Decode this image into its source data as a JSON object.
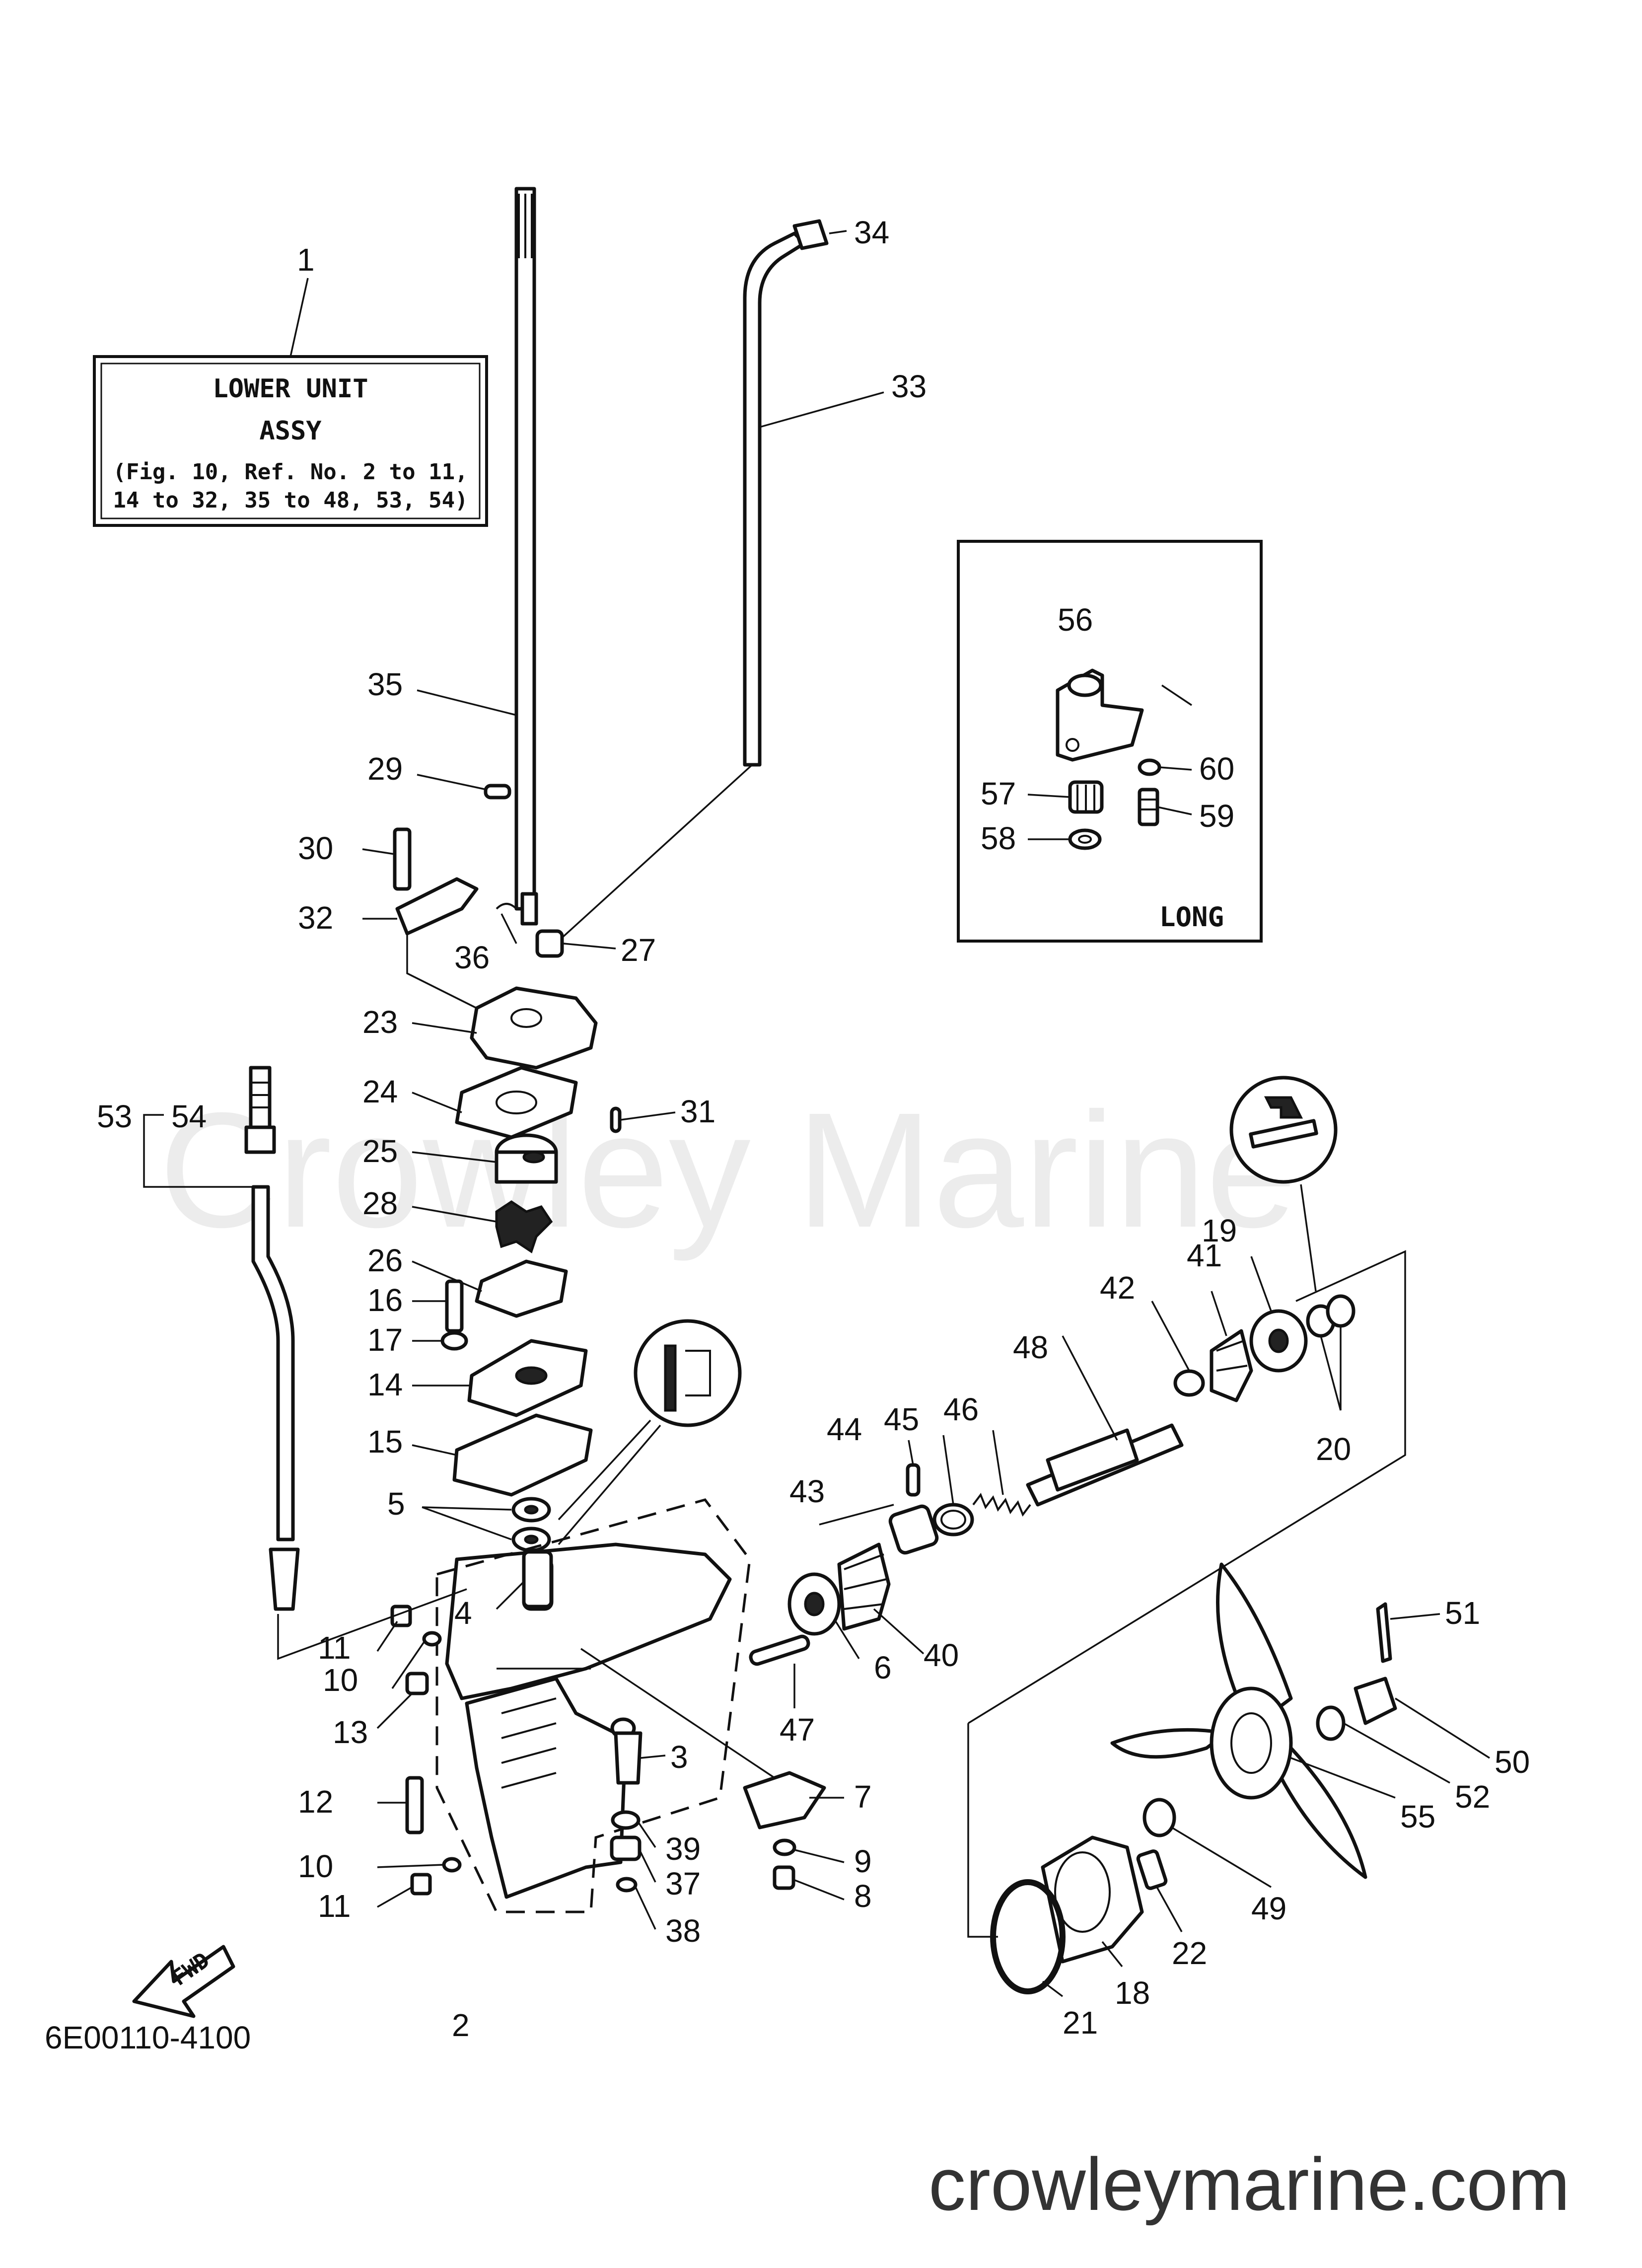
{
  "title_box": {
    "line1": "LOWER UNIT",
    "line2": "ASSY",
    "line3": "(Fig. 10, Ref. No. 2 to 11,",
    "line4": "14 to 32, 35 to 48, 53, 54)"
  },
  "inset": {
    "label": "LONG"
  },
  "fwd_label": "FWD",
  "figure_code": "6E00110-4100",
  "watermark": "Crowley Marine",
  "site_url": "crowleymarine.com",
  "callouts": [
    {
      "id": "c1",
      "text": "1"
    },
    {
      "id": "c2",
      "text": "2"
    },
    {
      "id": "c3",
      "text": "3"
    },
    {
      "id": "c4",
      "text": "4"
    },
    {
      "id": "c5",
      "text": "5"
    },
    {
      "id": "c6",
      "text": "6"
    },
    {
      "id": "c7",
      "text": "7"
    },
    {
      "id": "c8",
      "text": "8"
    },
    {
      "id": "c9",
      "text": "9"
    },
    {
      "id": "c10a",
      "text": "10"
    },
    {
      "id": "c10b",
      "text": "10"
    },
    {
      "id": "c11a",
      "text": "11"
    },
    {
      "id": "c11b",
      "text": "11"
    },
    {
      "id": "c12",
      "text": "12"
    },
    {
      "id": "c13",
      "text": "13"
    },
    {
      "id": "c14",
      "text": "14"
    },
    {
      "id": "c15",
      "text": "15"
    },
    {
      "id": "c16",
      "text": "16"
    },
    {
      "id": "c17",
      "text": "17"
    },
    {
      "id": "c18",
      "text": "18"
    },
    {
      "id": "c19",
      "text": "19"
    },
    {
      "id": "c20",
      "text": "20"
    },
    {
      "id": "c21",
      "text": "21"
    },
    {
      "id": "c22",
      "text": "22"
    },
    {
      "id": "c23",
      "text": "23"
    },
    {
      "id": "c24",
      "text": "24"
    },
    {
      "id": "c25",
      "text": "25"
    },
    {
      "id": "c26",
      "text": "26"
    },
    {
      "id": "c27",
      "text": "27"
    },
    {
      "id": "c28",
      "text": "28"
    },
    {
      "id": "c29",
      "text": "29"
    },
    {
      "id": "c30",
      "text": "30"
    },
    {
      "id": "c31",
      "text": "31"
    },
    {
      "id": "c32",
      "text": "32"
    },
    {
      "id": "c33",
      "text": "33"
    },
    {
      "id": "c34",
      "text": "34"
    },
    {
      "id": "c35",
      "text": "35"
    },
    {
      "id": "c36",
      "text": "36"
    },
    {
      "id": "c37",
      "text": "37"
    },
    {
      "id": "c38",
      "text": "38"
    },
    {
      "id": "c39",
      "text": "39"
    },
    {
      "id": "c40",
      "text": "40"
    },
    {
      "id": "c41",
      "text": "41"
    },
    {
      "id": "c42",
      "text": "42"
    },
    {
      "id": "c43",
      "text": "43"
    },
    {
      "id": "c44",
      "text": "44"
    },
    {
      "id": "c45",
      "text": "45"
    },
    {
      "id": "c46",
      "text": "46"
    },
    {
      "id": "c47",
      "text": "47"
    },
    {
      "id": "c48",
      "text": "48"
    },
    {
      "id": "c49",
      "text": "49"
    },
    {
      "id": "c50",
      "text": "50"
    },
    {
      "id": "c51",
      "text": "51"
    },
    {
      "id": "c52",
      "text": "52"
    },
    {
      "id": "c53",
      "text": "53"
    },
    {
      "id": "c54",
      "text": "54"
    },
    {
      "id": "c55",
      "text": "55"
    },
    {
      "id": "c56",
      "text": "56"
    },
    {
      "id": "c57",
      "text": "57"
    },
    {
      "id": "c58",
      "text": "58"
    },
    {
      "id": "c59",
      "text": "59"
    },
    {
      "id": "c60",
      "text": "60"
    }
  ]
}
